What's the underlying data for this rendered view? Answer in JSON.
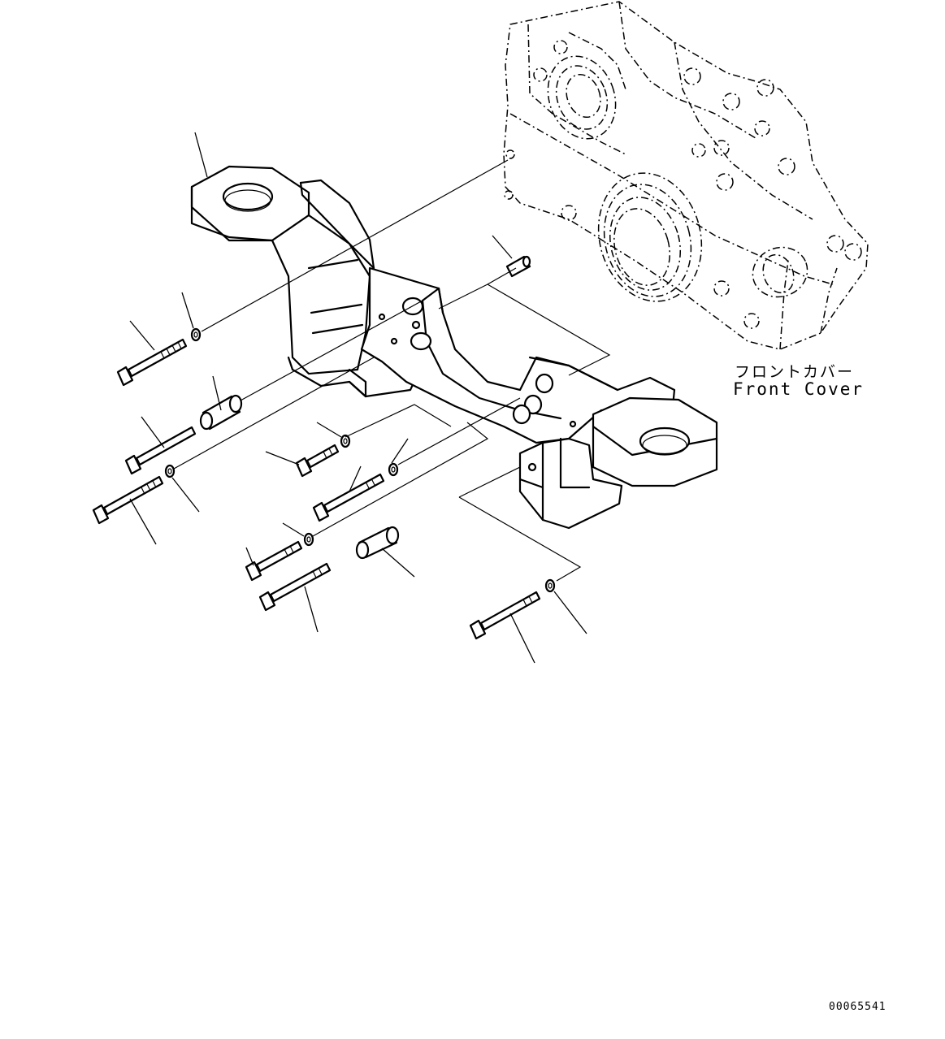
{
  "labels": {
    "front_cover_jp": "フロントカバー",
    "front_cover_en": "Front Cover"
  },
  "image_id": "00065541",
  "colors": {
    "line": "#000000",
    "background": "#ffffff"
  }
}
